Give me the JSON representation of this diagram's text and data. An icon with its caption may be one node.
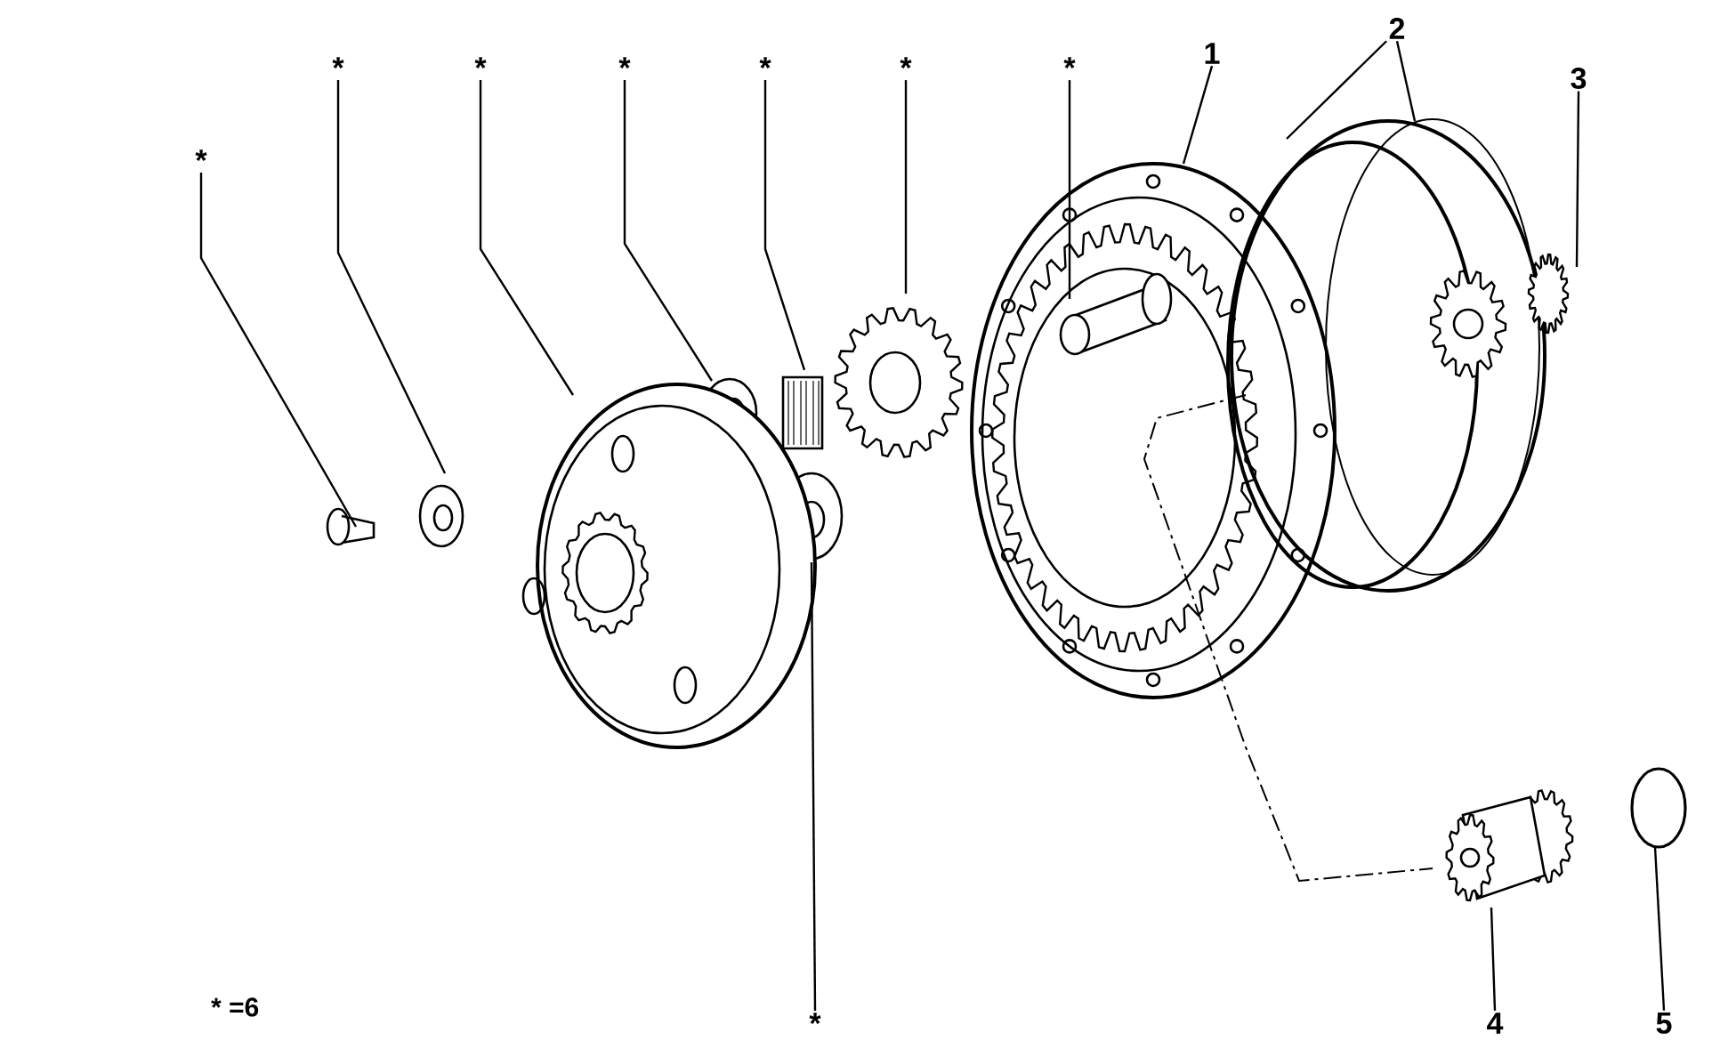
{
  "diagram": {
    "nodes": [
      {
        "text": [
          "*"
        ]
      },
      {
        "text": [
          "*"
        ]
      },
      {
        "text": [
          "*"
        ]
      },
      {
        "text": [
          "*"
        ]
      },
      {
        "text": [
          "*"
        ]
      },
      {
        "text": [
          "*"
        ]
      },
      {
        "text": [
          "*"
        ]
      },
      {
        "text": [
          "1"
        ]
      },
      {
        "text": [
          "2"
        ]
      },
      {
        "text": [
          "3"
        ]
      },
      {
        "text": [
          "*"
        ]
      },
      {
        "text": [
          "4"
        ]
      },
      {
        "text": [
          "5"
        ]
      }
    ],
    "edges": [
      {
        "from": 0,
        "to": null,
        "arrow": "none"
      },
      {
        "from": 1,
        "to": null,
        "arrow": "none"
      },
      {
        "from": 2,
        "to": null,
        "arrow": "none"
      },
      {
        "from": 3,
        "to": null,
        "arrow": "none"
      },
      {
        "from": 4,
        "to": null,
        "arrow": "none"
      },
      {
        "from": 5,
        "to": null,
        "arrow": "none"
      },
      {
        "from": 6,
        "to": null,
        "arrow": "none"
      },
      {
        "from": 7,
        "to": null,
        "arrow": "none"
      },
      {
        "from": 8,
        "to": null,
        "arrow": "none"
      },
      {
        "from": 8,
        "to": null,
        "arrow": "none"
      },
      {
        "from": 9,
        "to": null,
        "arrow": "none"
      },
      {
        "from": 10,
        "to": null,
        "arrow": "none"
      },
      {
        "from": 11,
        "to": null,
        "arrow": "none"
      },
      {
        "from": 12,
        "to": null,
        "arrow": "none"
      }
    ],
    "labels": [
      "* =6"
    ]
  }
}
